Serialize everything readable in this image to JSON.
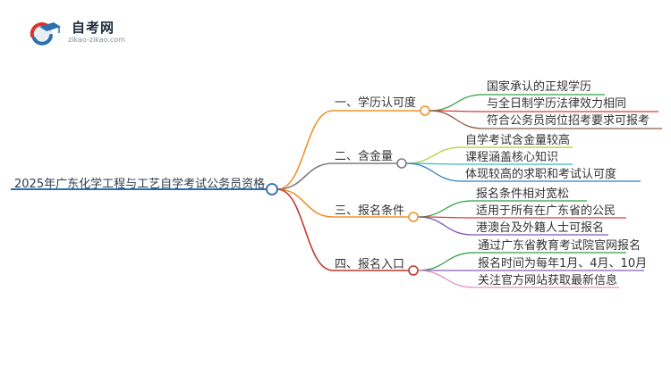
{
  "logo": {
    "title": "自考网",
    "subtitle": "zikao-zikao.com"
  },
  "root": {
    "label": "2025年广东化学工程与工艺自学考试公务员资格",
    "color": "#2b6fb0"
  },
  "branches": [
    {
      "label": "一、学历认可度",
      "color": "#f0932b",
      "leaves": [
        {
          "label": "国家承认的正规学历",
          "color": "#2ea043"
        },
        {
          "label": "与全日制学历法律效力相同",
          "color": "#d63a3a"
        },
        {
          "label": "符合公务员岗位招考要求可报考",
          "color": "#8a5a4a"
        }
      ]
    },
    {
      "label": "二、含金量",
      "color": "#7d7d7d",
      "leaves": [
        {
          "label": "自学考试含金量较高",
          "color": "#b7c72b"
        },
        {
          "label": "课程涵盖核心知识",
          "color": "#3bb6c9"
        },
        {
          "label": "体现较高的求职和考试认可度",
          "color": "#2f7fc1"
        }
      ]
    },
    {
      "label": "三、报名条件",
      "color": "#f0932b",
      "leaves": [
        {
          "label": "报名条件相对宽松",
          "color": "#2ea043"
        },
        {
          "label": "适用于所有在广东省的公民",
          "color": "#d63a3a"
        },
        {
          "label": "港澳台及外籍人士可报名",
          "color": "#7b57b8"
        }
      ]
    },
    {
      "label": "四、报名入口",
      "color": "#c0392b",
      "leaves": [
        {
          "label": "通过广东省教育考试院官网报名",
          "color": "#2ea043"
        },
        {
          "label": "报名时间为每年1月、4月、10月",
          "color": "#8e5cc0"
        },
        {
          "label": "关注官方网站获取最新信息",
          "color": "#e58fc0"
        }
      ]
    }
  ]
}
